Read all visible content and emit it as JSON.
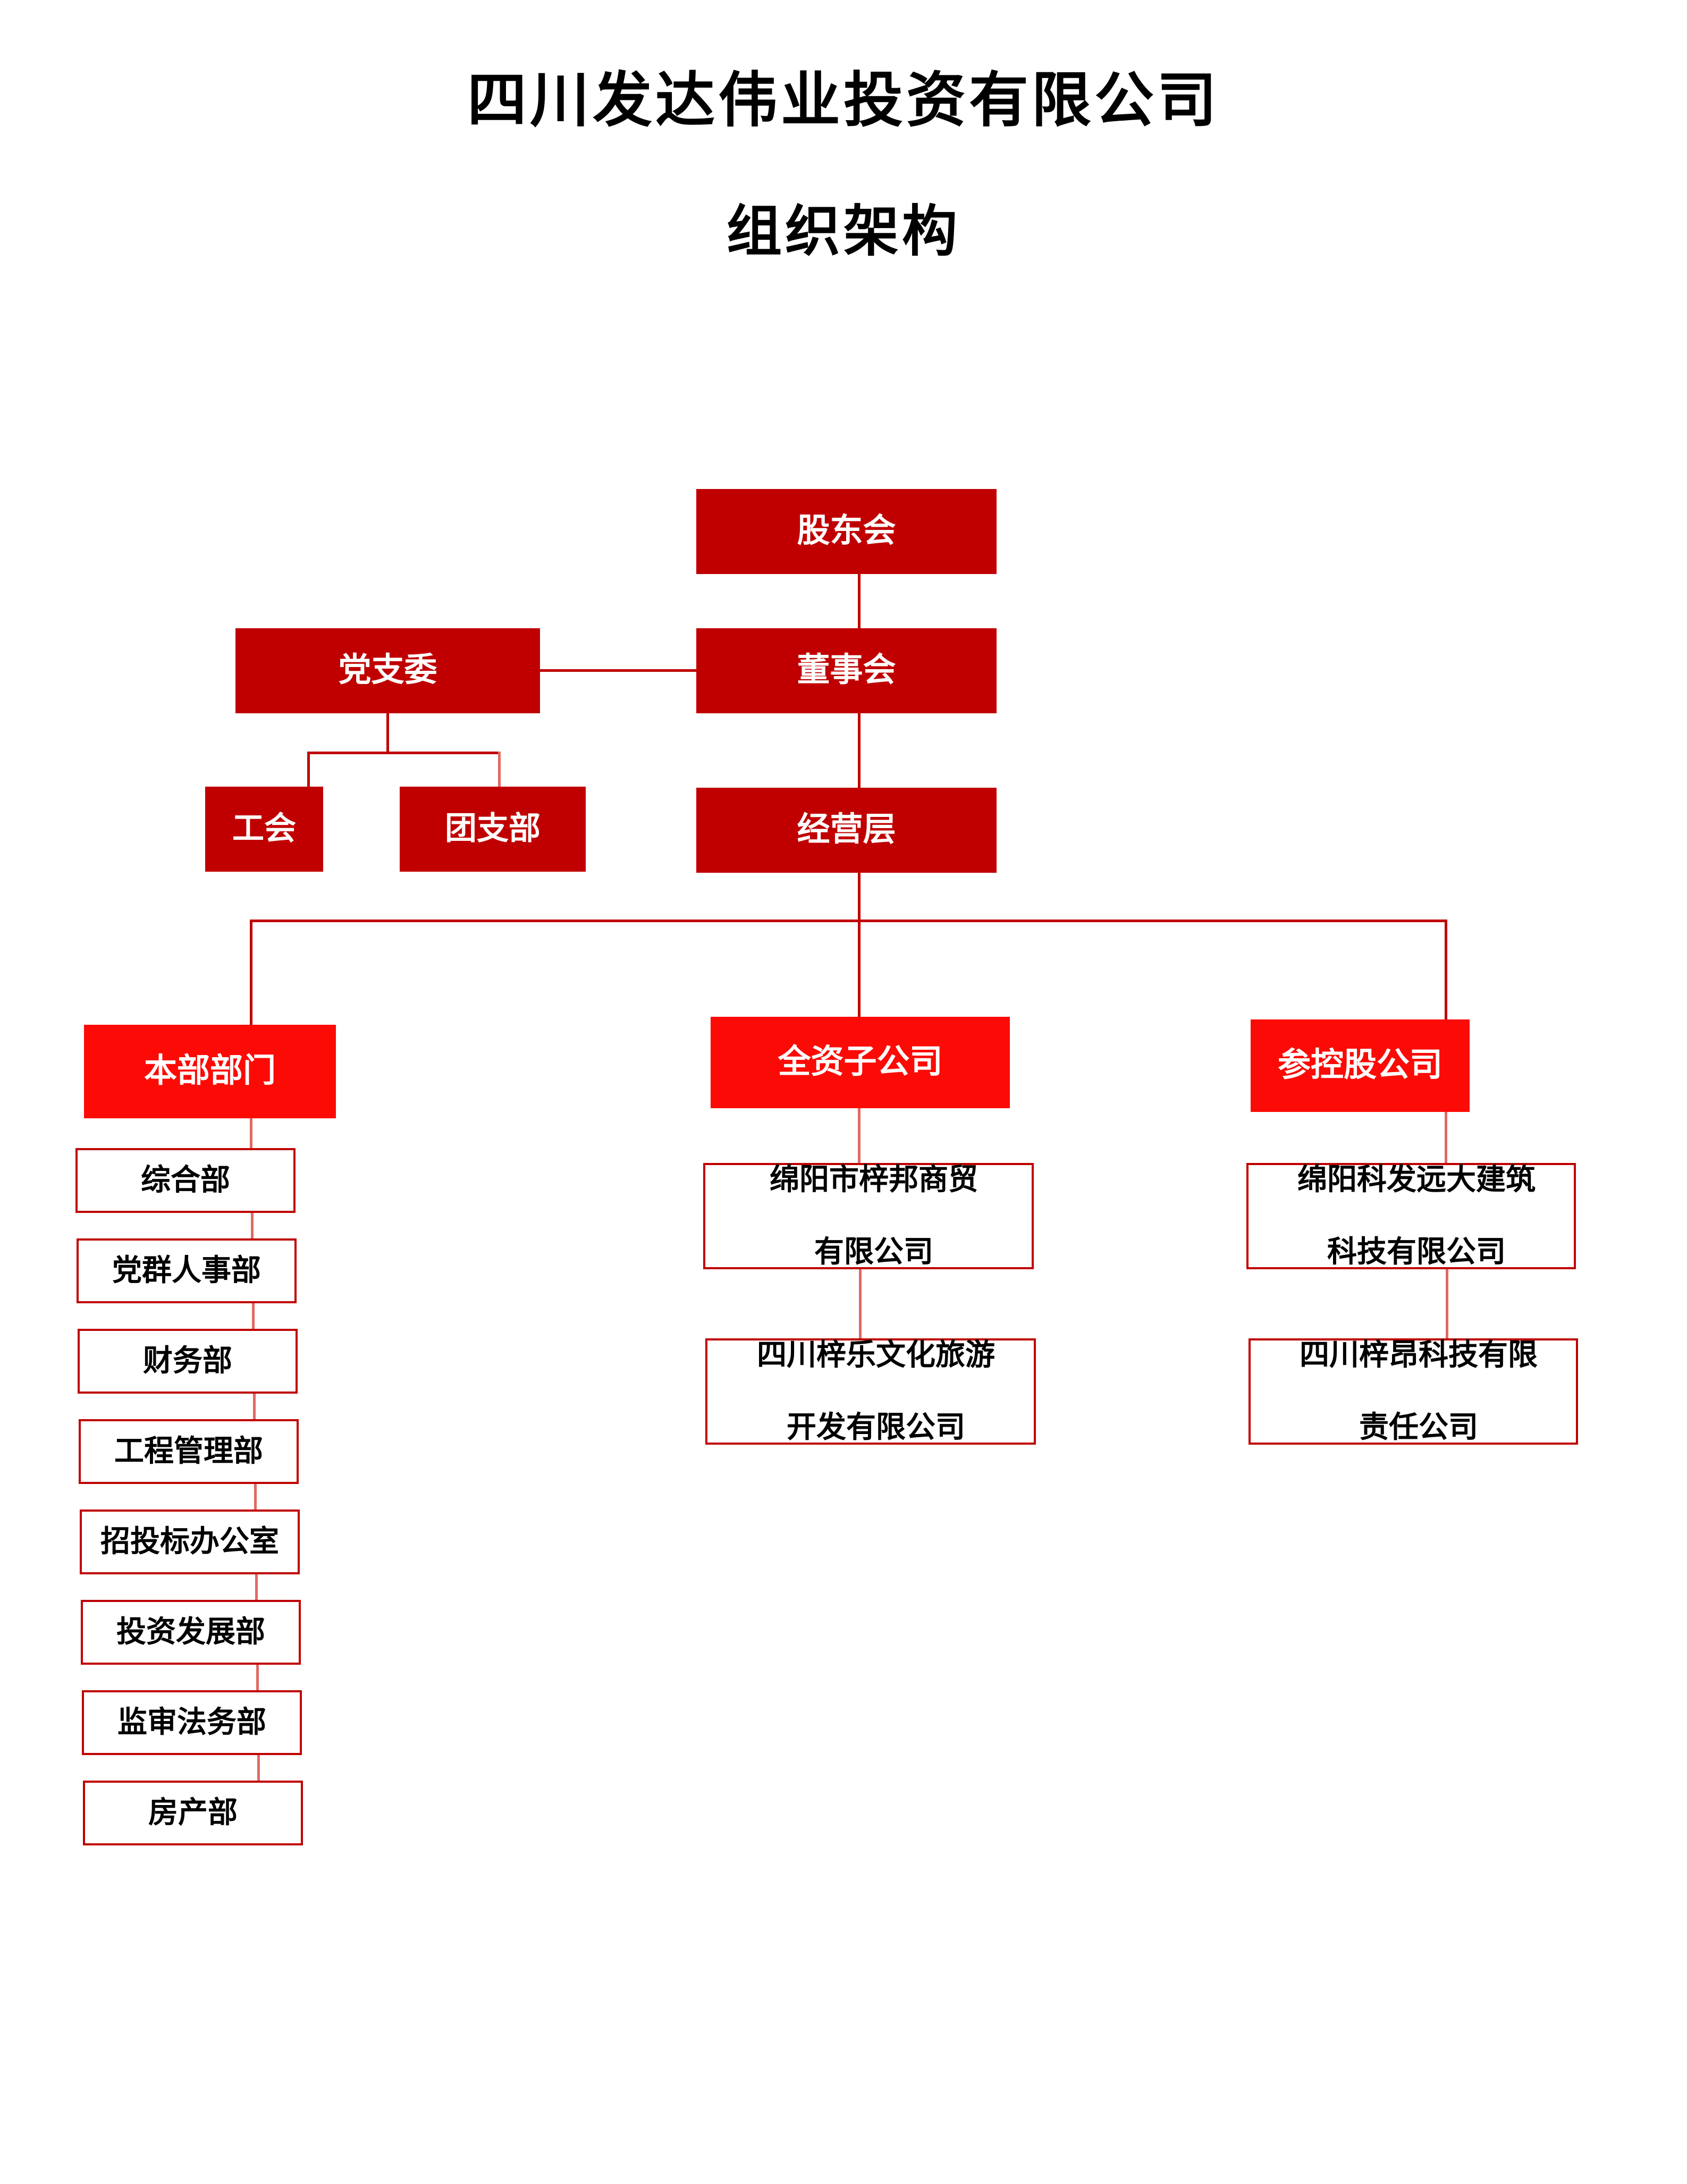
{
  "document": {
    "title_line1": "四川发达伟业投资有限公司",
    "title_line2": "组织架构"
  },
  "colors": {
    "box_dark_red": "#C00000",
    "box_bright_red": "#FC0B06",
    "connector_red": "#C00000",
    "text_on_red": "#FFFFFF",
    "text_on_white": "#000000",
    "background": "#FFFFFF"
  },
  "governance": {
    "shareholders_meeting": "股东会",
    "board_of_directors": "董事会",
    "management_layer": "经营层"
  },
  "party": {
    "party_branch_committee": "党支委",
    "labor_union": "工会",
    "youth_league_branch": "团支部"
  },
  "categories": {
    "headquarters": "本部部门",
    "wholly_owned": "全资子公司",
    "shareholding": "参控股公司"
  },
  "departments": [
    "综合部",
    "党群人事部",
    "财务部",
    "工程管理部",
    "招投标办公室",
    "投资发展部",
    "监审法务部",
    "房产部"
  ],
  "wholly_owned_subsidiaries": [
    {
      "line1": "绵阳市梓邦商贸",
      "line2": "有限公司"
    },
    {
      "line1": "四川梓乐文化旅游",
      "line2": "开发有限公司"
    }
  ],
  "shareholding_companies": [
    {
      "line1": "绵阳科发远大建筑",
      "line2": "科技有限公司"
    },
    {
      "line1": "四川梓昂科技有限",
      "line2": "责任公司"
    }
  ]
}
